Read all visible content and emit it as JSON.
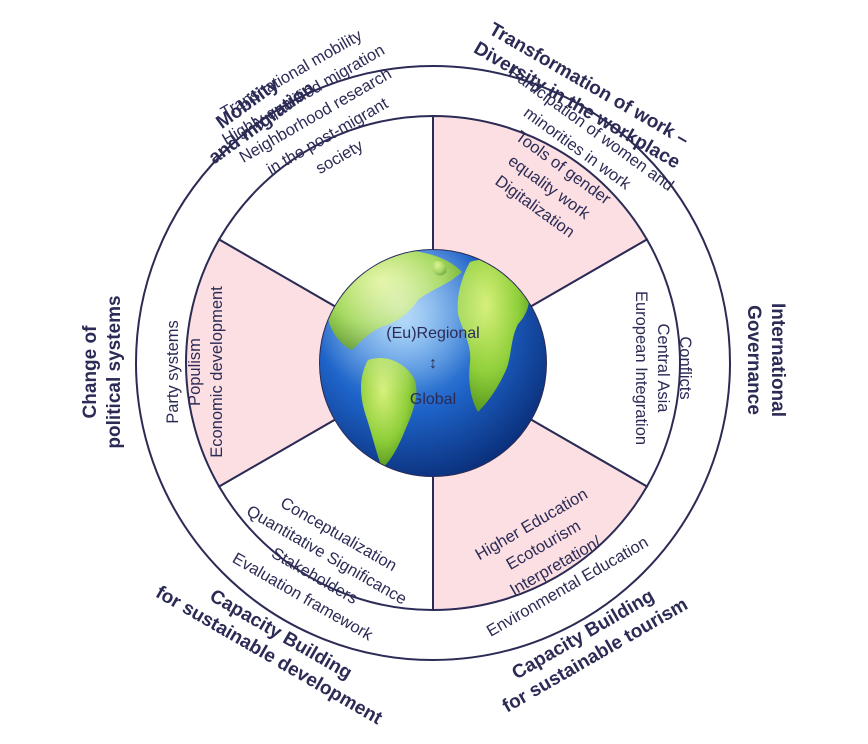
{
  "colors": {
    "outline": "#2b2b55",
    "text": "#2b2b55",
    "pink_segment": "#fbdfe3",
    "white_segment": "#ffffff",
    "ocean": "#1e63c8",
    "land": "#8fcf3a"
  },
  "globe": {
    "line1": "(Eu)Regional",
    "arrow": "↕",
    "line2": "Global"
  },
  "segments": [
    {
      "id": "mobility",
      "fill": "white",
      "label": [
        "Mobility",
        "and migration"
      ],
      "items": [
        "Transnational mobility",
        "Highly qualified migration",
        "Neighborhood research",
        "in the post-migrant",
        "society"
      ]
    },
    {
      "id": "transformation",
      "fill": "pink",
      "label": [
        "Transformation of work –",
        "Diversity in the workplace"
      ],
      "items": [
        "Participation of women and",
        "minorities in work",
        "Tools of gender",
        "equality work",
        "Digitalization"
      ]
    },
    {
      "id": "governance",
      "fill": "white",
      "label": [
        "International",
        "Governance"
      ],
      "items": [
        "Conflicts",
        "Central Asia",
        "European Integration"
      ]
    },
    {
      "id": "tourism",
      "fill": "pink",
      "label": [
        "Capacity Building",
        "for sustainable tourism"
      ],
      "items": [
        "Higher Education",
        "Ecotourism",
        "Interpretation/",
        "Environmental Education"
      ]
    },
    {
      "id": "development",
      "fill": "white",
      "label": [
        "Capacity Building",
        "for sustainable development"
      ],
      "items": [
        "Conceptualization",
        "Quantitative Significance",
        "Stakeholders",
        "Evaluation framework"
      ]
    },
    {
      "id": "political",
      "fill": "pink",
      "label": [
        "Change of",
        "political systems"
      ],
      "items": [
        "Party systems",
        "Populism",
        "Economic development"
      ]
    }
  ]
}
